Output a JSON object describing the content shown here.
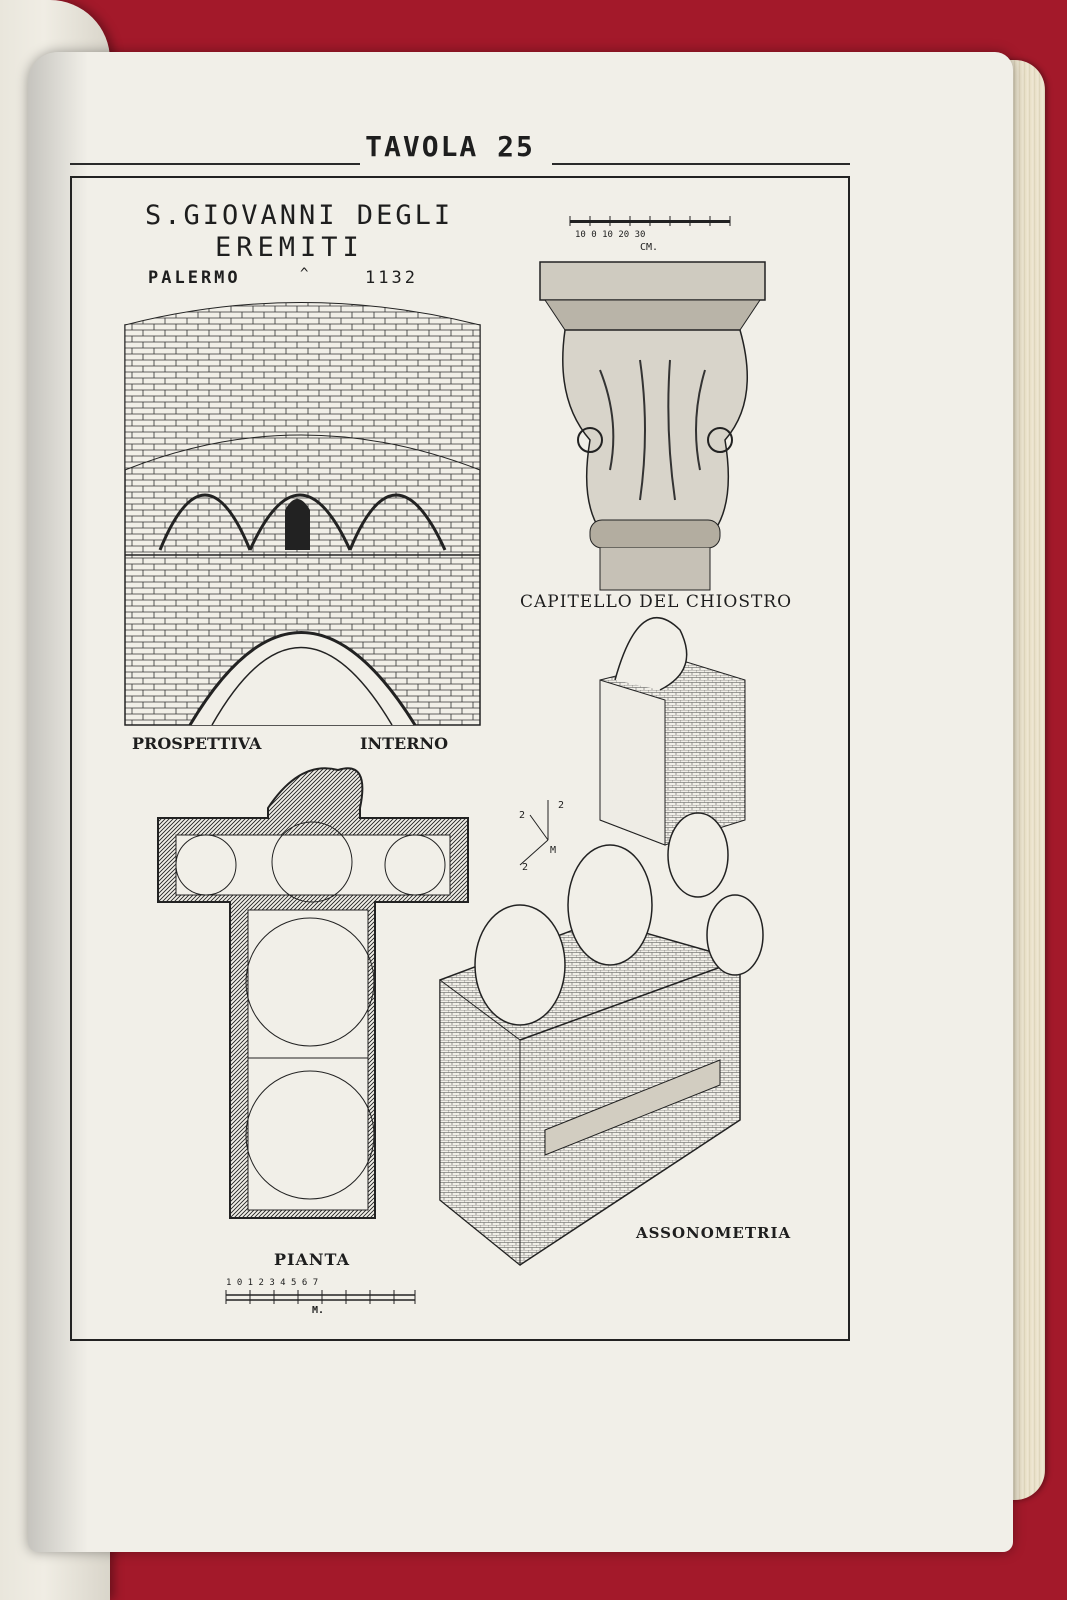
{
  "plate": {
    "number_label": "TAVOLA 25",
    "title_line1": "S.GIOVANNI DEGLI",
    "title_line2": "EREMITI",
    "place": "PALERMO",
    "separator": "^",
    "year": "1132"
  },
  "drawings": {
    "capital_label": "CAPITELLO DEL CHIOSTRO",
    "perspective_label_left": "PROSPETTIVA",
    "perspective_label_right": "INTERNO",
    "plan_label": "PIANTA",
    "axonometric_label": "ASSONOMETRIA"
  },
  "scales": {
    "cm_ticks": "10  0  10  20  30",
    "cm_unit": "CM.",
    "m_ticks": "1 0 1 2 3 4 5 6 7",
    "m_unit": "M."
  },
  "axis_key": {
    "a": "2",
    "b": "2",
    "c": "M",
    "d": "2"
  },
  "colors": {
    "background": "#a3192a",
    "paper": "#f1efe8",
    "ink": "#1e1e1e"
  }
}
